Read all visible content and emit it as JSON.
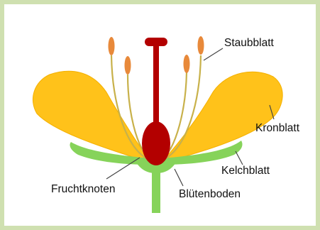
{
  "labels": {
    "stamen": "Staubblatt",
    "petal": "Kronblatt",
    "sepal": "Kelchblatt",
    "ovary": "Fruchtknoten",
    "receptacle": "Blütenboden"
  },
  "colors": {
    "border": "#cfe0b0",
    "petal": "#ffc21a",
    "petal_edge": "#f2a900",
    "sepal_stem": "#86d35a",
    "pistil": "#b30000",
    "filament": "#c8b14a",
    "anther": "#e8893a",
    "leader_line": "#444444"
  }
}
